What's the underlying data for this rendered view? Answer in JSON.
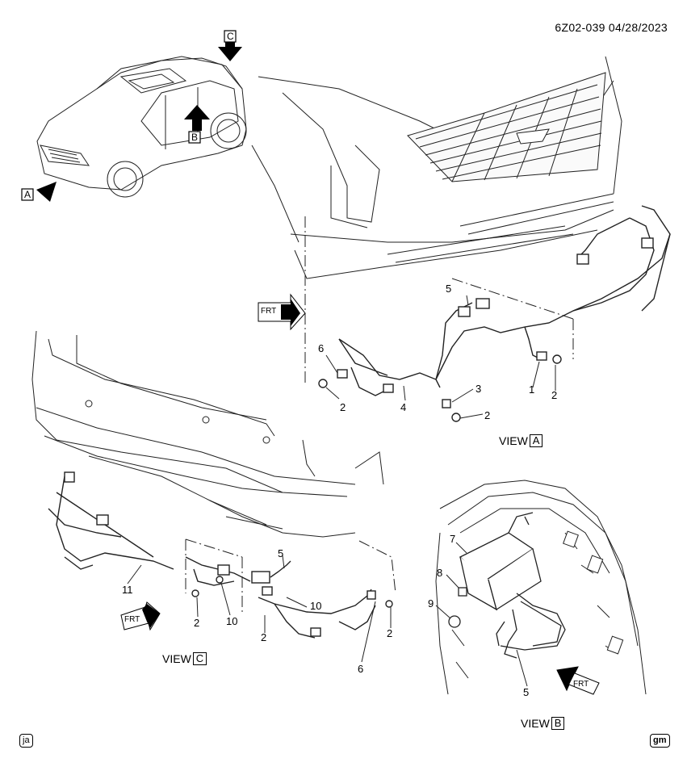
{
  "header": {
    "code": "6Z02-039  04/28/2023"
  },
  "views": {
    "a": "VIEW",
    "a_letter": "A",
    "b": "VIEW",
    "b_letter": "B",
    "c": "VIEW",
    "c_letter": "C"
  },
  "arrows": {
    "a": "A",
    "b": "B",
    "c": "C"
  },
  "frt": "FRT",
  "callouts": {
    "a": [
      "5",
      "6",
      "2",
      "4",
      "3",
      "2",
      "1",
      "2"
    ],
    "c": [
      "11",
      "5",
      "10",
      "10",
      "2",
      "2",
      "2",
      "6"
    ],
    "b": [
      "7",
      "8",
      "9",
      "5"
    ]
  },
  "corners": {
    "left": "ja",
    "right": "gm"
  }
}
